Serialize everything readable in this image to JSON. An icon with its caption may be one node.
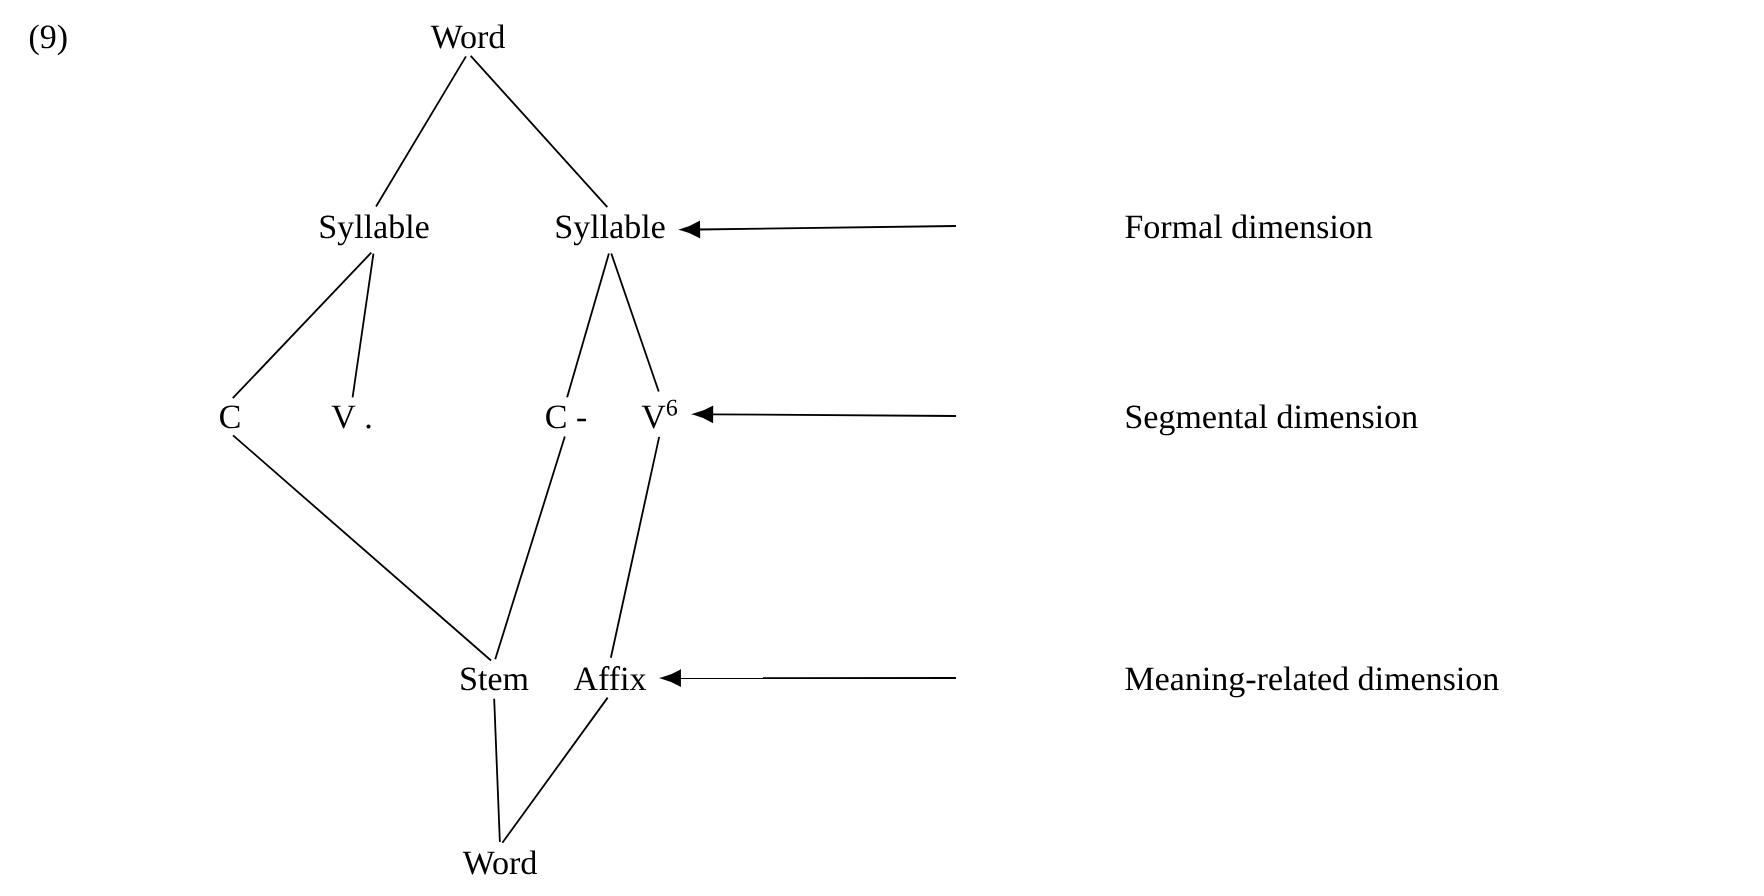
{
  "diagram": {
    "nodes": [
      {
        "text": [
          "Word"
        ]
      },
      {
        "text": [
          "Syllable"
        ]
      },
      {
        "text": [
          "Syllable"
        ]
      },
      {
        "text": [
          "C"
        ]
      },
      {
        "text": [
          "V ."
        ]
      },
      {
        "text": [
          "C -"
        ]
      },
      {
        "text": [
          "V$^{6}$"
        ]
      },
      {
        "text": [
          "Stem"
        ]
      },
      {
        "text": [
          "Affix"
        ]
      },
      {
        "text": [
          "Word"
        ]
      }
    ],
    "edges": [
      {
        "from": 0,
        "to": 1,
        "arrow": "none"
      },
      {
        "from": 0,
        "to": 2,
        "arrow": "none"
      },
      {
        "from": 1,
        "to": 3,
        "arrow": "none"
      },
      {
        "from": 1,
        "to": 4,
        "arrow": "none"
      },
      {
        "from": 2,
        "to": 5,
        "arrow": "none"
      },
      {
        "from": 2,
        "to": 6,
        "arrow": "none"
      },
      {
        "from": 3,
        "to": 7,
        "arrow": "none"
      },
      {
        "from": 5,
        "to": 7,
        "arrow": "none"
      },
      {
        "from": 6,
        "to": 8,
        "arrow": "none"
      },
      {
        "from": 7,
        "to": 9,
        "arrow": "none"
      },
      {
        "from": 8,
        "to": 9,
        "arrow": "none"
      },
      {
        "from": null,
        "to": 2,
        "arrow": "to"
      },
      {
        "from": null,
        "to": 6,
        "arrow": "to"
      },
      {
        "from": null,
        "to": 8,
        "arrow": "to"
      }
    ],
    "labels": [
      "(9)",
      "Formal dimension",
      "Segmental dimension",
      "Meaning-related dimension"
    ]
  }
}
